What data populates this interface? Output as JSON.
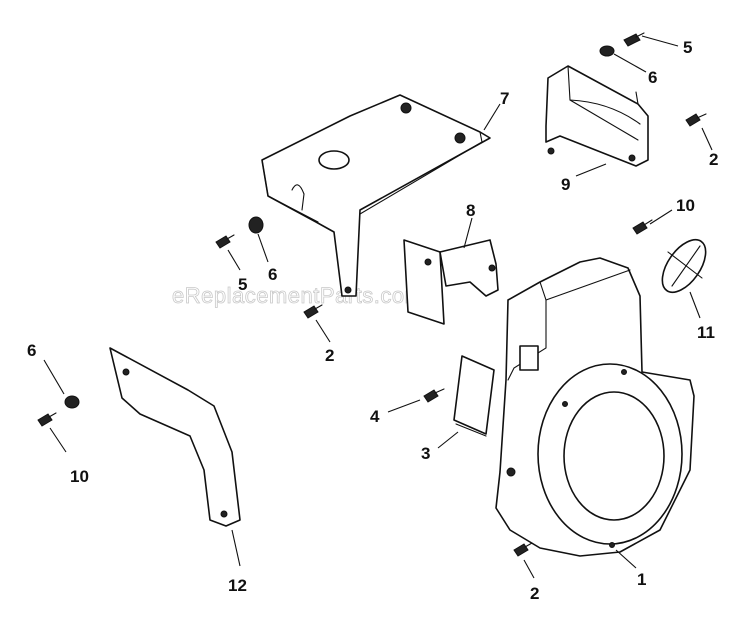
{
  "watermark": "eReplacementParts.com",
  "callouts": {
    "c5_top": "5",
    "c6_top": "6",
    "c2_right": "2",
    "c7": "7",
    "c9": "9",
    "c8": "8",
    "c10_right": "10",
    "c5_left": "5",
    "c6_mid": "6",
    "c2_mid": "2",
    "c11": "11",
    "c6_left": "6",
    "c10_left": "10",
    "c4": "4",
    "c3": "3",
    "c12": "12",
    "c2_bottom": "2",
    "c1": "1"
  }
}
